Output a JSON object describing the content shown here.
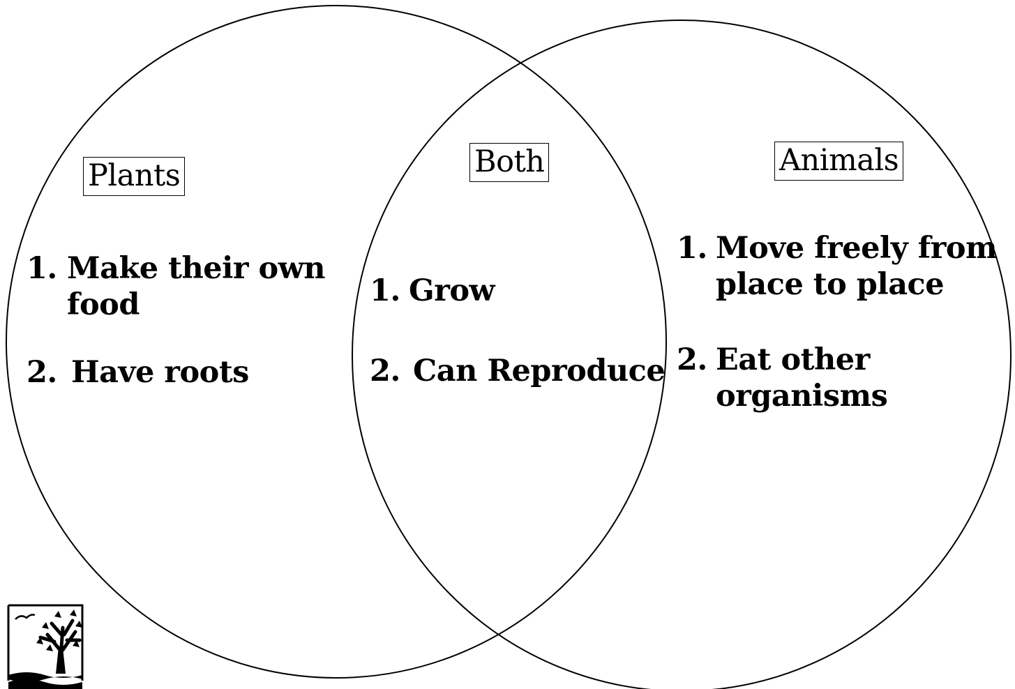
{
  "diagram": {
    "left_label": "Plants",
    "middle_label": "Both",
    "right_label": "Animals",
    "left_items": [
      {
        "num": "1.",
        "text_line1": "Make their own",
        "text_line2": "food"
      },
      {
        "num": "2.",
        "text_line1": "Have roots",
        "text_line2": ""
      }
    ],
    "middle_items": [
      {
        "num": "1.",
        "text_line1": "Grow"
      },
      {
        "num": "2.",
        "text_line1": "Can Reproduce"
      }
    ],
    "right_items": [
      {
        "num": "1.",
        "text_line1": "Move freely from",
        "text_line2": "place to place"
      },
      {
        "num": "2.",
        "text_line1": "Eat other",
        "text_line2": "organisms"
      }
    ]
  },
  "logo": {
    "icon": "tree-logo-icon"
  },
  "colors": {
    "stroke": "#000000",
    "background": "#ffffff"
  }
}
